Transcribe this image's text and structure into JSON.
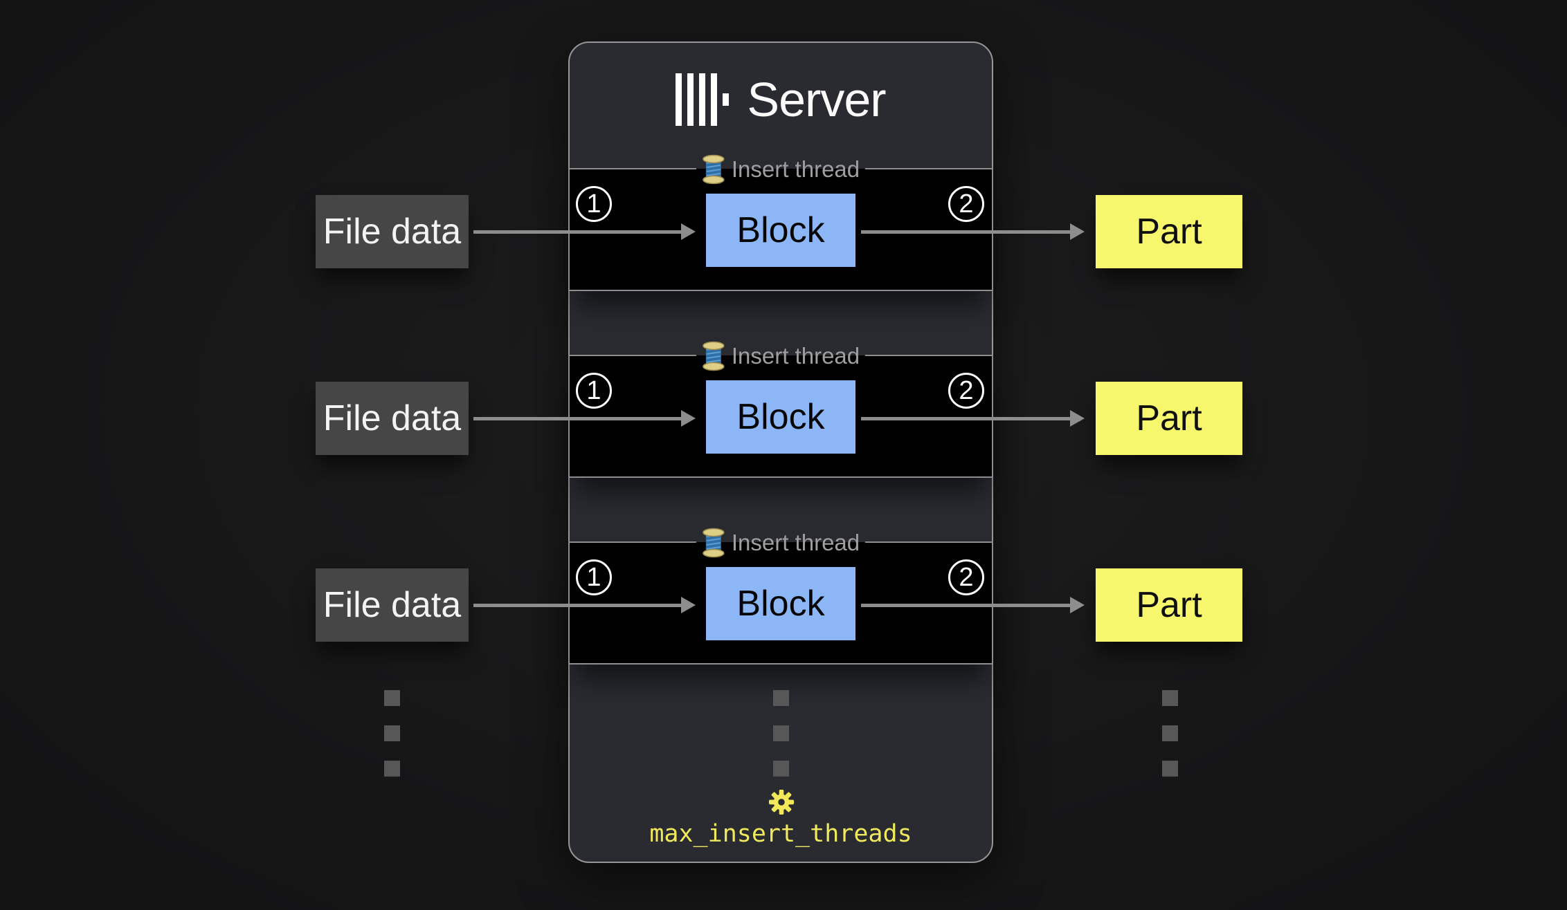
{
  "panel": {
    "title": "Server",
    "setting": "max_insert_threads",
    "threads": [
      {
        "legend": "Insert thread",
        "block": "Block",
        "step_in": "1",
        "step_out": "2"
      },
      {
        "legend": "Insert thread",
        "block": "Block",
        "step_in": "1",
        "step_out": "2"
      },
      {
        "legend": "Insert thread",
        "block": "Block",
        "step_in": "1",
        "step_out": "2"
      }
    ]
  },
  "inputs": [
    {
      "label": "File data"
    },
    {
      "label": "File data"
    },
    {
      "label": "File data"
    }
  ],
  "outputs": [
    {
      "label": "Part"
    },
    {
      "label": "Part"
    },
    {
      "label": "Part"
    }
  ],
  "icons": {
    "logo": "clickhouse-logo",
    "legend_icon": "thread-spool",
    "setting_icon": "gear"
  },
  "colors": {
    "block_fill": "#8db6f7",
    "part_fill": "#f7f76e",
    "file_data_fill": "#464646",
    "setting_accent": "#f0e95c",
    "panel_background": "#292b31",
    "thread_row_background": "#000000",
    "border_gray": "#8e8e8e",
    "arrow_gray": "#8d8d8d",
    "legend_text": "#9f9f9f"
  }
}
